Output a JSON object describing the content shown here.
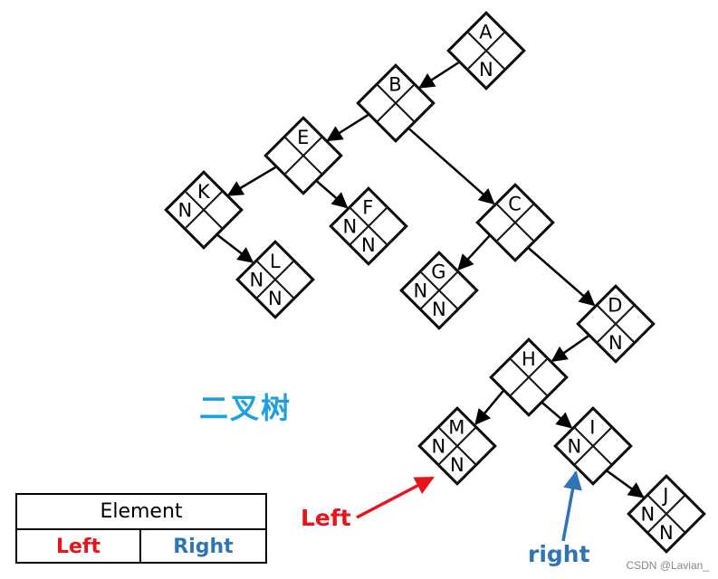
{
  "title": "二叉树",
  "nodes": [
    {
      "id": "A",
      "left": "",
      "right": "N"
    },
    {
      "id": "B",
      "left": "",
      "right": ""
    },
    {
      "id": "C",
      "left": "",
      "right": ""
    },
    {
      "id": "D",
      "left": "",
      "right": "N"
    },
    {
      "id": "E",
      "left": "",
      "right": ""
    },
    {
      "id": "F",
      "left": "N",
      "right": "N"
    },
    {
      "id": "G",
      "left": "N",
      "right": "N"
    },
    {
      "id": "H",
      "left": "",
      "right": ""
    },
    {
      "id": "I",
      "left": "N",
      "right": ""
    },
    {
      "id": "J",
      "left": "N",
      "right": "N"
    },
    {
      "id": "K",
      "left": "N",
      "right": ""
    },
    {
      "id": "L",
      "left": "N",
      "right": "N"
    },
    {
      "id": "M",
      "left": "N",
      "right": "N"
    }
  ],
  "edges": [
    {
      "from": "A",
      "to": "B",
      "side": "left"
    },
    {
      "from": "B",
      "to": "E",
      "side": "left"
    },
    {
      "from": "B",
      "to": "C",
      "side": "right"
    },
    {
      "from": "E",
      "to": "K",
      "side": "left"
    },
    {
      "from": "E",
      "to": "F",
      "side": "right"
    },
    {
      "from": "K",
      "to": "L",
      "side": "right"
    },
    {
      "from": "C",
      "to": "G",
      "side": "left"
    },
    {
      "from": "C",
      "to": "D",
      "side": "right"
    },
    {
      "from": "D",
      "to": "H",
      "side": "left"
    },
    {
      "from": "H",
      "to": "M",
      "side": "left"
    },
    {
      "from": "H",
      "to": "I",
      "side": "right"
    },
    {
      "from": "I",
      "to": "J",
      "side": "right"
    }
  ],
  "legend": {
    "header": "Element",
    "left": "Left",
    "right": "Right"
  },
  "annotations": {
    "left": "Left",
    "right": "right"
  },
  "colors": {
    "left": "#e8141c",
    "right": "#2f75b5",
    "title": "#1ea0e0"
  },
  "watermark": "CSDN @Lavian_"
}
